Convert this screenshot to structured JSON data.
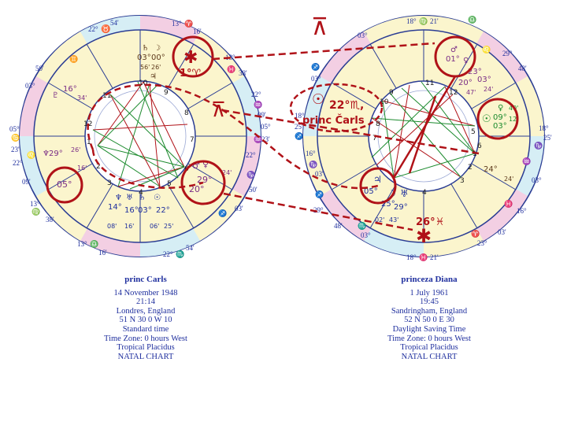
{
  "colors": {
    "accent_red": "#b01218",
    "ring_blue": "#2b3d94",
    "ring_yellow": "#fbf5cd",
    "ring_pink": "#f3cfe3",
    "ring_cyan": "#d6eef5",
    "glyph_blue": "#1f2f9e",
    "glyph_purple": "#7a2d86",
    "glyph_brown": "#5e3a1c",
    "aspect_green": "#1b8a2d"
  },
  "annotations": {
    "sesquiquadrate_top": "⊼",
    "sesquiquadrate_middle": "⊼",
    "carls_ceres_label": "1°♈",
    "diana_sun_label": "22°♏,",
    "diana_sun_sub": "princ Čarls",
    "diana_neptune_label": "26°♓"
  },
  "left_chart": {
    "name": "princ Carls",
    "date": "14 November 1948",
    "time": "21:14",
    "place": "Londres, England",
    "coords": "51 N 30    0 W 10",
    "time_type": "Standard time",
    "zone": "Time Zone: 0 hours West",
    "system": "Tropical Placidus",
    "chart_type": "NATAL CHART",
    "house_cusps": [
      {
        "deg": "22°",
        "sign": "♉",
        "min": "54'"
      },
      {
        "deg": "13°",
        "sign": "♈",
        "min": "16'"
      },
      {
        "deg": "13°",
        "sign": "♓",
        "min": "38'"
      },
      {
        "deg": "22°",
        "sign": "♒",
        "min": "09'"
      },
      {
        "deg": "05°",
        "sign": "♒",
        "min": "23'"
      },
      {
        "deg": "22°",
        "sign": "♑",
        "min": "50'"
      },
      {
        "deg": "13°",
        "sign": "♐",
        "min": "03'"
      },
      {
        "deg": "22°",
        "sign": "♏",
        "min": "54'"
      },
      {
        "deg": "13°",
        "sign": "♎",
        "min": "16'"
      },
      {
        "deg": "13°",
        "sign": "♍",
        "min": "38'"
      },
      {
        "deg": "22°",
        "sign": "♌",
        "min": "09'"
      },
      {
        "deg": "05°",
        "sign": "♋",
        "min": "23'"
      },
      {
        "deg": "03°",
        "sign": "♊",
        "min": "50'"
      }
    ],
    "planets_upper": [
      "♄",
      "03°",
      "☽",
      "00°",
      "♃",
      "56'",
      "26'"
    ],
    "planets_left": [
      "♇",
      "16°",
      "34'",
      "♆",
      "29°",
      "26'"
    ],
    "planets_lower": [
      "♆",
      "♅",
      "♄",
      "☉",
      "14°",
      "16°",
      "03°",
      "22°",
      "08'",
      "16'",
      "06'",
      "25'"
    ],
    "planets_lr": [
      "♂",
      "♀",
      "29°",
      "20°",
      "24'"
    ],
    "house_numbers": [
      "1",
      "2",
      "3",
      "4",
      "5",
      "6",
      "7",
      "8",
      "9",
      "10",
      "11",
      "12"
    ],
    "circled_asc": "05°",
    "circled_asc_min": "16'"
  },
  "right_chart": {
    "name": "princeza Diana",
    "date": "1 July 1961",
    "time": "19:45",
    "place": "Sandringham, England",
    "coords": "52 N 50    0 E 30",
    "time_type": "Daylight Saving Time",
    "zone": "Time Zone: 0 hours West",
    "system": "Tropical Placidus",
    "chart_type": "NATAL CHART",
    "house_cusps": [
      {
        "deg": "18°",
        "sign": "♍",
        "min": "21'"
      },
      {
        "deg": "03°",
        "sign": "♎",
        "min": ""
      },
      {
        "deg": "29°",
        "sign": "♌",
        "min": "48'"
      },
      {
        "deg": "18°",
        "sign": "♑",
        "min": "25'"
      },
      {
        "deg": "03°",
        "sign": "♒",
        "min": ""
      },
      {
        "deg": "16°",
        "sign": "♓",
        "min": ""
      },
      {
        "deg": "23°",
        "sign": "♈",
        "min": "03'"
      },
      {
        "deg": "18°",
        "sign": "♓",
        "min": "21'"
      },
      {
        "deg": "03°",
        "sign": "♏",
        "min": ""
      },
      {
        "deg": "29°",
        "sign": "♐",
        "min": "48'"
      },
      {
        "deg": "18°",
        "sign": "♐",
        "min": "25'"
      },
      {
        "deg": "03°",
        "sign": "♐",
        "min": ""
      },
      {
        "deg": "16°",
        "sign": "♑",
        "min": "03'"
      }
    ],
    "planets_upper": [
      "♂",
      "♀",
      "01°",
      "23°",
      "20°",
      "03°",
      "47'",
      "24'"
    ],
    "planets_right": [
      "☉",
      "♀",
      "09°",
      "03°",
      "40'",
      "12'"
    ],
    "planets_lower": [
      "♃",
      "05°",
      "☽",
      "♅",
      "25°",
      "29°",
      "02'",
      "43'"
    ],
    "house_numbers": [
      "1",
      "2",
      "3",
      "4",
      "5",
      "6",
      "7",
      "8",
      "9",
      "10",
      "11",
      "12"
    ],
    "right_deg": "24°",
    "right_min": "24'"
  }
}
